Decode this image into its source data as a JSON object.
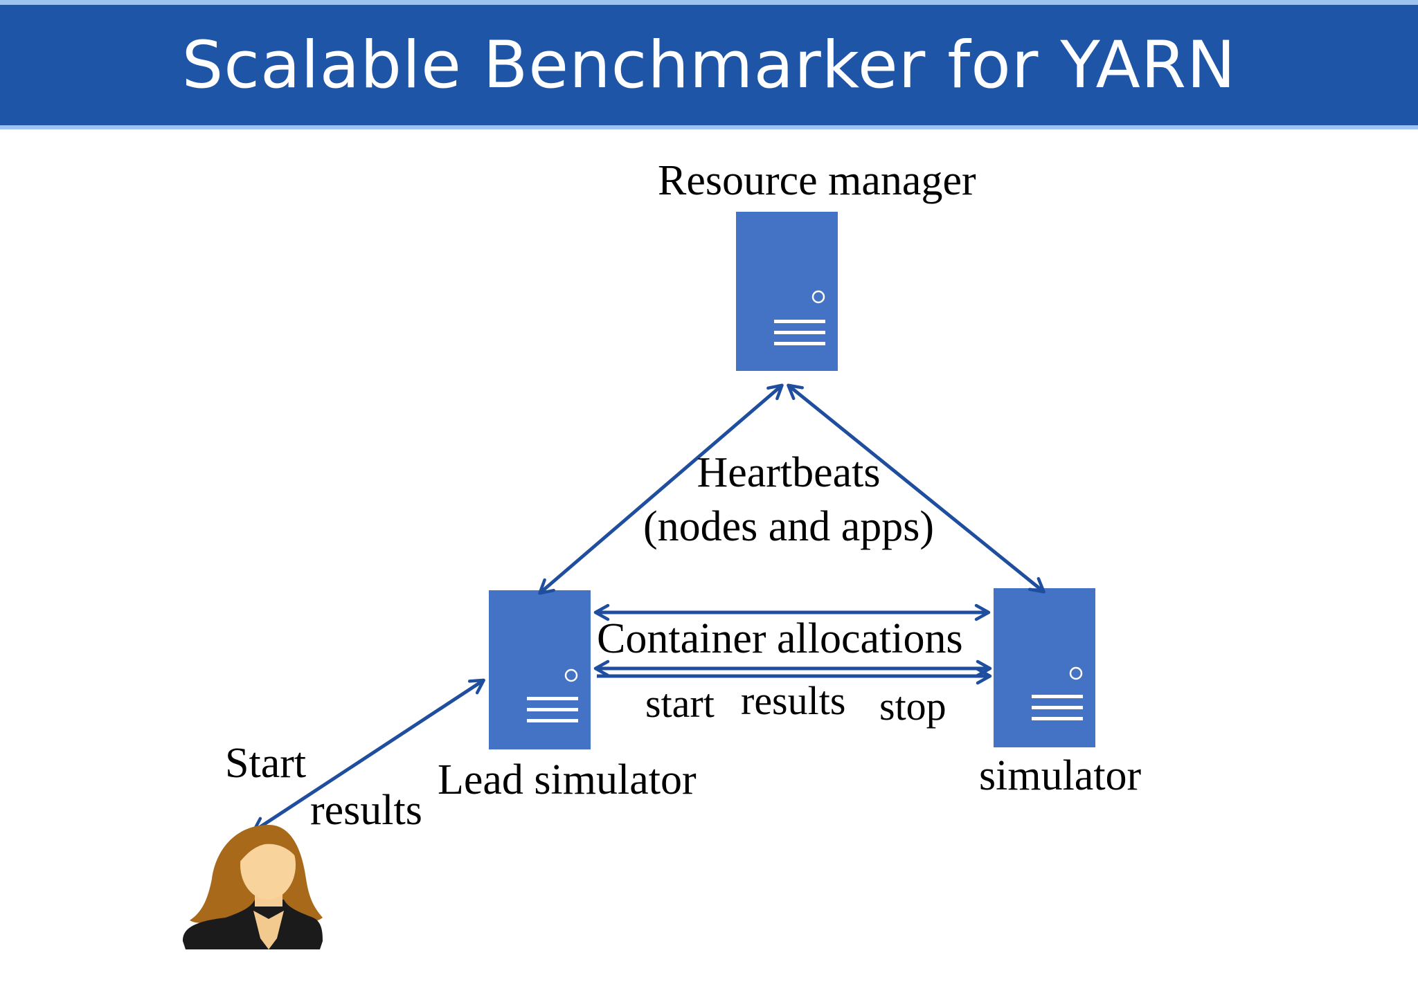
{
  "slide": {
    "title": "Scalable Benchmarker for YARN"
  },
  "diagram": {
    "nodes": {
      "resource_manager": "Resource manager",
      "lead_simulator": "Lead simulator",
      "simulator": "simulator"
    },
    "edges": {
      "heartbeats_line1": "Heartbeats",
      "heartbeats_line2": "(nodes and apps)",
      "container_allocations": "Container allocations",
      "msg_start": "start",
      "msg_results": "results",
      "msg_stop": "stop",
      "user_start": "Start",
      "user_results": "results"
    }
  },
  "colors": {
    "title_bar": "#1f55a6",
    "title_accent": "#9ec3f0",
    "server": "#4472c4",
    "arrow": "#1f4e9e"
  }
}
